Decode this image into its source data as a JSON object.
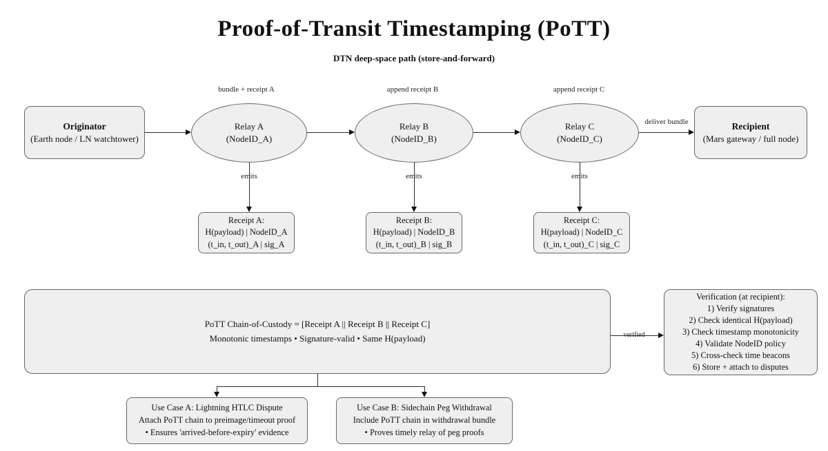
{
  "title": "Proof-of-Transit Timestamping (PoTT)",
  "subtitle": "DTN deep-space path (store-and-forward)",
  "nodes": {
    "originator": {
      "title": "Originator",
      "subtitle": "(Earth node / LN watchtower)"
    },
    "relay_a": {
      "line1": "Relay A",
      "line2": "(NodeID_A)"
    },
    "relay_b": {
      "line1": "Relay B",
      "line2": "(NodeID_B)"
    },
    "relay_c": {
      "line1": "Relay C",
      "line2": "(NodeID_C)"
    },
    "recipient": {
      "title": "Recipient",
      "subtitle": "(Mars gateway / full node)"
    }
  },
  "edges": {
    "bundle_receipt_a": "bundle + receipt A",
    "append_receipt_b": "append receipt B",
    "append_receipt_c": "append receipt C",
    "deliver_bundle": "deliver bundle",
    "emits_a": "emits",
    "emits_b": "emits",
    "emits_c": "emits",
    "verified": "verified"
  },
  "receipts": {
    "a": [
      "Receipt A:",
      "H(payload) | NodeID_A",
      "(t_in, t_out)_A | sig_A"
    ],
    "b": [
      "Receipt B:",
      "H(payload) | NodeID_B",
      "(t_in, t_out)_B | sig_B"
    ],
    "c": [
      "Receipt C:",
      "H(payload) | NodeID_C",
      "(t_in, t_out)_C | sig_C"
    ]
  },
  "chain_box": {
    "line1": "PoTT Chain-of-Custody = [Receipt A || Receipt B || Receipt C]",
    "line2": "Monotonic timestamps • Signature-valid • Same H(payload)"
  },
  "verification_box": {
    "lines": [
      "Verification (at recipient):",
      "1) Verify signatures",
      "2) Check identical H(payload)",
      "3) Check timestamp monotonicity",
      "4) Validate NodeID policy",
      "5) Cross-check time beacons",
      "6) Store + attach to disputes"
    ]
  },
  "use_case_a": {
    "lines": [
      "Use Case A: Lightning HTLC Dispute",
      "Attach PoTT chain to preimage/timeout proof",
      "• Ensures 'arrived-before-expiry' evidence"
    ]
  },
  "use_case_b": {
    "lines": [
      "Use Case B: Sidechain Peg Withdrawal",
      "Include PoTT chain in withdrawal bundle",
      "• Proves timely relay of peg proofs"
    ]
  },
  "colors": {
    "node_fill": "#efefef",
    "node_border": "#666666",
    "line": "#2a2a2a",
    "text": "#111111",
    "background": "#ffffff"
  }
}
